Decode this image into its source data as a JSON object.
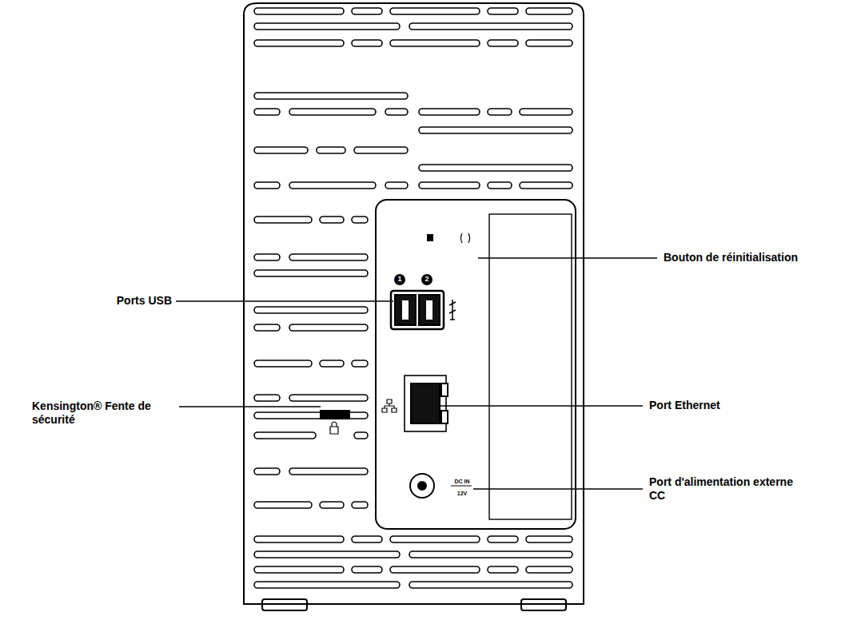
{
  "diagram": {
    "labels": [
      "Bouton de réinitialisation",
      "Ports USB",
      "Port Ethernet",
      "Kensington® Fente de sécurité",
      "Port d'alimentation externe CC",
      "1",
      "2",
      "DC IN",
      "12V"
    ]
  }
}
